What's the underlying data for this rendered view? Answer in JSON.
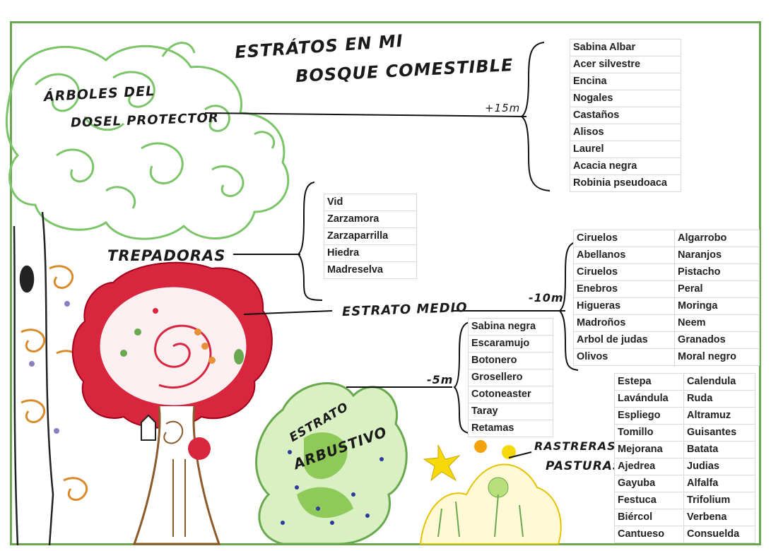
{
  "title": {
    "line1": "ESTRÁTOS EN MI",
    "line2": "BOSQUE COMESTIBLE"
  },
  "labels": {
    "canopy_line1": "ÁRBOLES DEL",
    "canopy_line2": "DOSEL PROTECTOR",
    "trepadoras": "TREPADORAS",
    "estrato_medio": "ESTRATO MEDIO",
    "estrato_arbustivo_1": "ESTRATO",
    "estrato_arbustivo_2": "ARBUSTIVO",
    "rastreras_1": "RASTRERAS Y",
    "rastreras_2": "PASTURAS",
    "h15": "+15m",
    "h10": "-10m",
    "h5": "-5m"
  },
  "canopy_species": [
    "Sabina Albar",
    "Acer silvestre",
    "Encina",
    "Nogales",
    "Castaños",
    "Alisos",
    "Laurel",
    "Acacia negra",
    "Robinia pseudoaca"
  ],
  "climber_species": [
    "Vid",
    "Zarzamora",
    "Zarzaparrilla",
    "Hiedra",
    "Madreselva"
  ],
  "middle_species": [
    [
      "Ciruelos",
      "Algarrobo"
    ],
    [
      "Abellanos",
      "Naranjos"
    ],
    [
      "Ciruelos",
      "Pistacho"
    ],
    [
      "Enebros",
      "Peral"
    ],
    [
      "Higueras",
      "Moringa"
    ],
    [
      "Madroños",
      "Neem"
    ],
    [
      "Arbol de judas",
      "Granados"
    ],
    [
      "Olivos",
      "Moral negro"
    ]
  ],
  "shrub_species": [
    "Sabina negra",
    "Escaramujo",
    "Botonero",
    "Grosellero",
    "Cotoneaster",
    "Taray",
    "Retamas"
  ],
  "ground_species": [
    [
      "Estepa",
      "Calendula"
    ],
    [
      "Lavándula",
      "Ruda"
    ],
    [
      "Espliego",
      "Altramuz"
    ],
    [
      "Tomillo",
      "Guisantes"
    ],
    [
      "Mejorana",
      "Batata"
    ],
    [
      "Ajedrea",
      "Judias"
    ],
    [
      "Gayuba",
      "Alfalfa"
    ],
    [
      "Festuca",
      "Trifolium"
    ],
    [
      "Biércol",
      "Verbena"
    ],
    [
      "Cantueso",
      "Consuelda"
    ]
  ],
  "colors": {
    "frame": "#6aa84f",
    "canopy": "#7cc46a",
    "fruit_tree": "#d7263d",
    "trunk": "#8b5a2b",
    "shrub": "#8fc95a",
    "flowers": "#f5d90a"
  }
}
